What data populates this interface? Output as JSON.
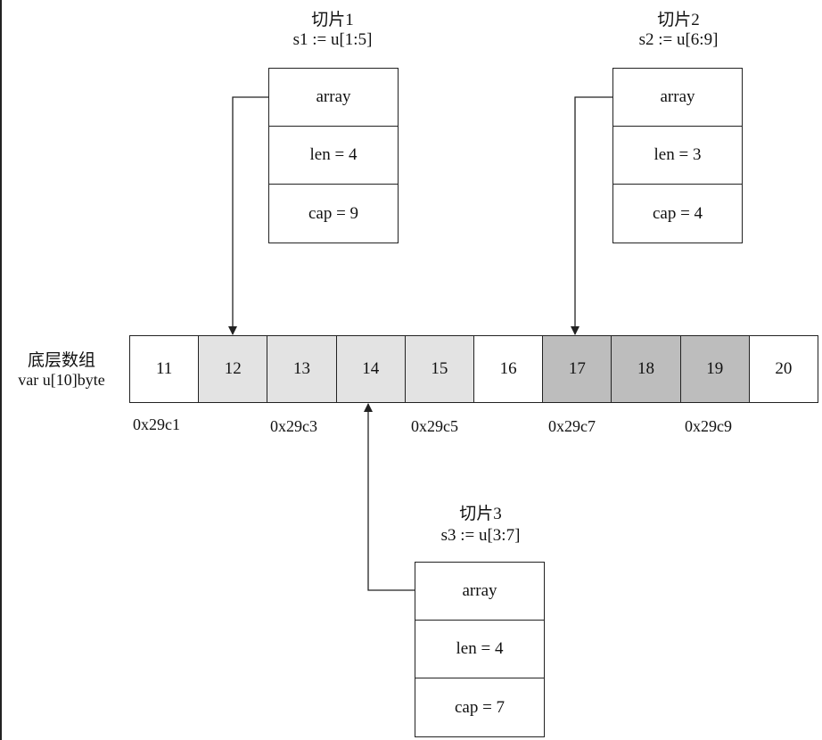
{
  "slices": [
    {
      "title": "切片1",
      "expr": "s1 := u[1:5]",
      "fields": [
        "array",
        "len = 4",
        "cap = 9"
      ]
    },
    {
      "title": "切片2",
      "expr": "s2 := u[6:9]",
      "fields": [
        "array",
        "len = 3",
        "cap = 4"
      ]
    },
    {
      "title": "切片3",
      "expr": "s3 := u[3:7]",
      "fields": [
        "array",
        "len = 4",
        "cap = 7"
      ]
    }
  ],
  "array": {
    "label_line1": "底层数组",
    "label_line2": "var u[10]byte",
    "cells": [
      "11",
      "12",
      "13",
      "14",
      "15",
      "16",
      "17",
      "18",
      "19",
      "20"
    ],
    "addresses": [
      "0x29c1",
      "0x29c3",
      "0x29c5",
      "0x29c7",
      "0x29c9"
    ]
  },
  "colors": {
    "slice_light": "#e3e3e3",
    "slice_dark": "#bdbdbd",
    "stroke": "#222222"
  }
}
